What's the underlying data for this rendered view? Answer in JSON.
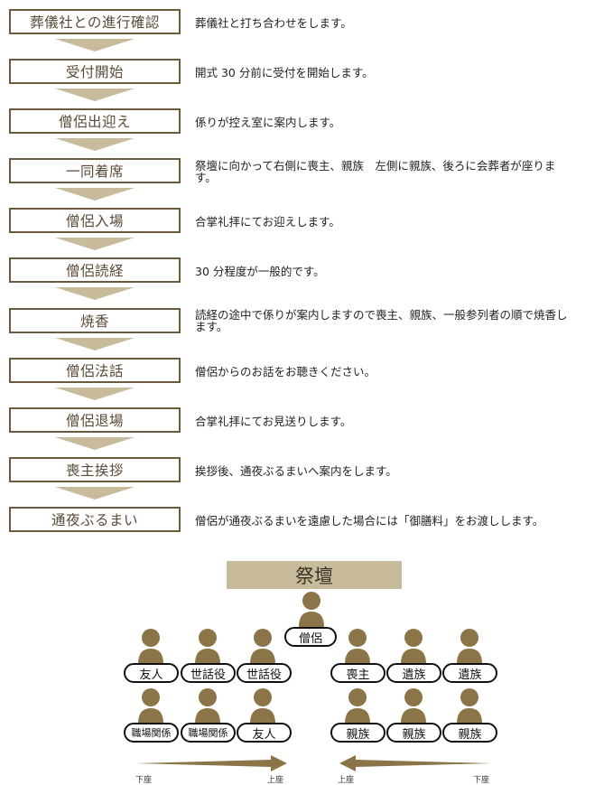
{
  "steps": [
    {
      "label": "葬儀社との進行確認",
      "desc": "葬儀社と打ち合わせをします。"
    },
    {
      "label": "受付開始",
      "desc": "開式 30 分前に受付を開始します。"
    },
    {
      "label": "僧侶出迎え",
      "desc": "係りが控え室に案内します。"
    },
    {
      "label": "一同着席",
      "desc": "祭壇に向かって右側に喪主、親族　左側に親族、後ろに会葬者が座ります。"
    },
    {
      "label": "僧侶入場",
      "desc": "合掌礼拝にてお迎えします。"
    },
    {
      "label": "僧侶読経",
      "desc": "30 分程度が一般的です。"
    },
    {
      "label": "焼香",
      "desc": "読経の途中で係りが案内しますので喪主、親族、一般参列者の順で焼香します。"
    },
    {
      "label": "僧侶法話",
      "desc": "僧侶からのお話をお聴きください。"
    },
    {
      "label": "僧侶退場",
      "desc": "合掌礼拝にてお見送りします。"
    },
    {
      "label": "喪主挨拶",
      "desc": "挨拶後、通夜ぶるまいへ案内をします。"
    },
    {
      "label": "通夜ぶるまい",
      "desc": "僧侶が通夜ぶるまいを遠慮した場合には「御膳料」をお渡しします。"
    }
  ],
  "seating": {
    "altar": "祭壇",
    "priest": "僧侶",
    "left_front": [
      "友人",
      "世話役",
      "世話役"
    ],
    "right_front": [
      "喪主",
      "遺族",
      "遺族"
    ],
    "left_back": [
      "職場関係",
      "職場関係",
      "友人"
    ],
    "right_back": [
      "親族",
      "親族",
      "親族"
    ],
    "left_arrow": {
      "from": "下座",
      "to": "上座"
    },
    "right_arrow": {
      "from": "上座",
      "to": "下座"
    }
  },
  "colors": {
    "box_border": "#6b5a3c",
    "arrow": "#c7bb9c",
    "altar": "#c7bb9c",
    "person": "#8b7548"
  }
}
